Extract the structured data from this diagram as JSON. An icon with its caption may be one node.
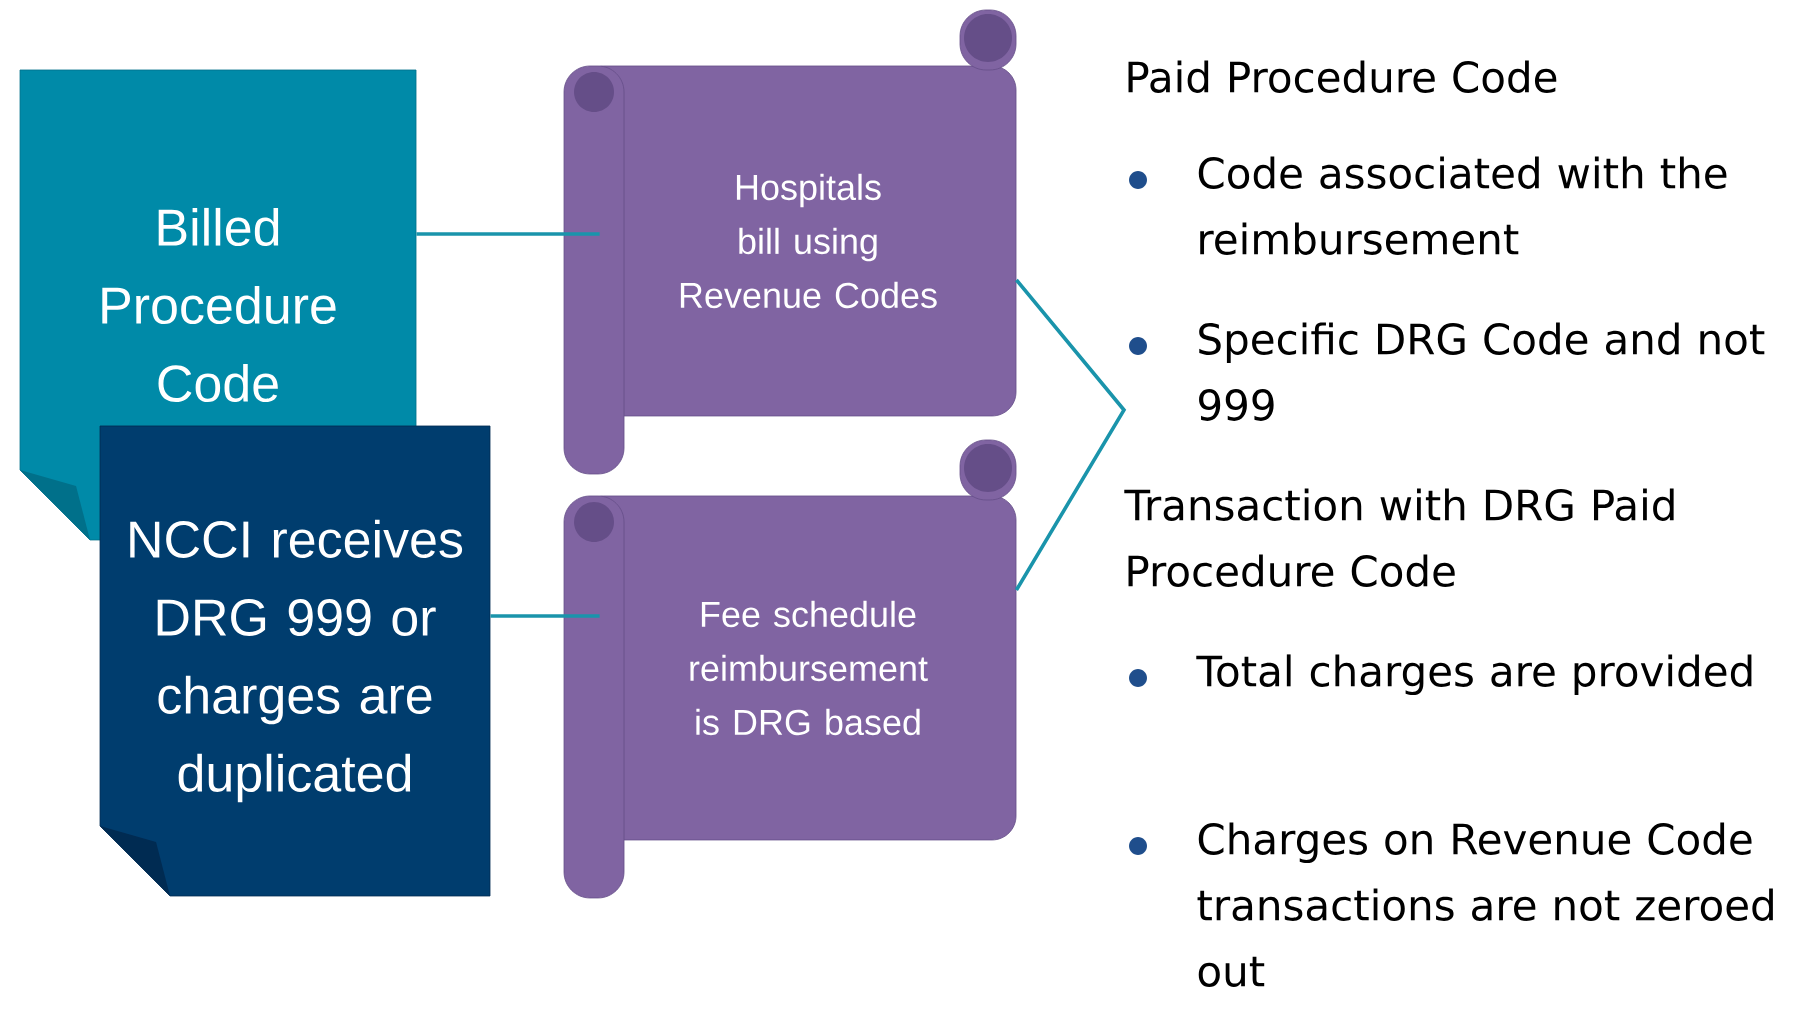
{
  "diagram": {
    "nodes": [
      {
        "text": [
          "Billed Procedure Code"
        ]
      },
      {
        "text": [
          "NCCI receives DRG 999 or charges are duplicated"
        ]
      },
      {
        "text": [
          "Hospitals bill using Revenue Codes"
        ]
      },
      {
        "text": [
          "Fee schedule reimbursement is DRG based"
        ]
      }
    ],
    "edges": [
      {
        "from": 0,
        "to": 2,
        "arrow": "none"
      },
      {
        "from": 1,
        "to": 3,
        "arrow": "none"
      },
      {
        "from": 2,
        "to": 3,
        "arrow": "none"
      }
    ],
    "labels": [
      "Paid Procedure Code",
      "Code associated with the reimbursement",
      "Specific DRG Code and not 999",
      "Transaction with DRG Paid Procedure Code",
      "Total charges are provided",
      "Charges on Revenue Code transactions are not zeroed out"
    ]
  }
}
